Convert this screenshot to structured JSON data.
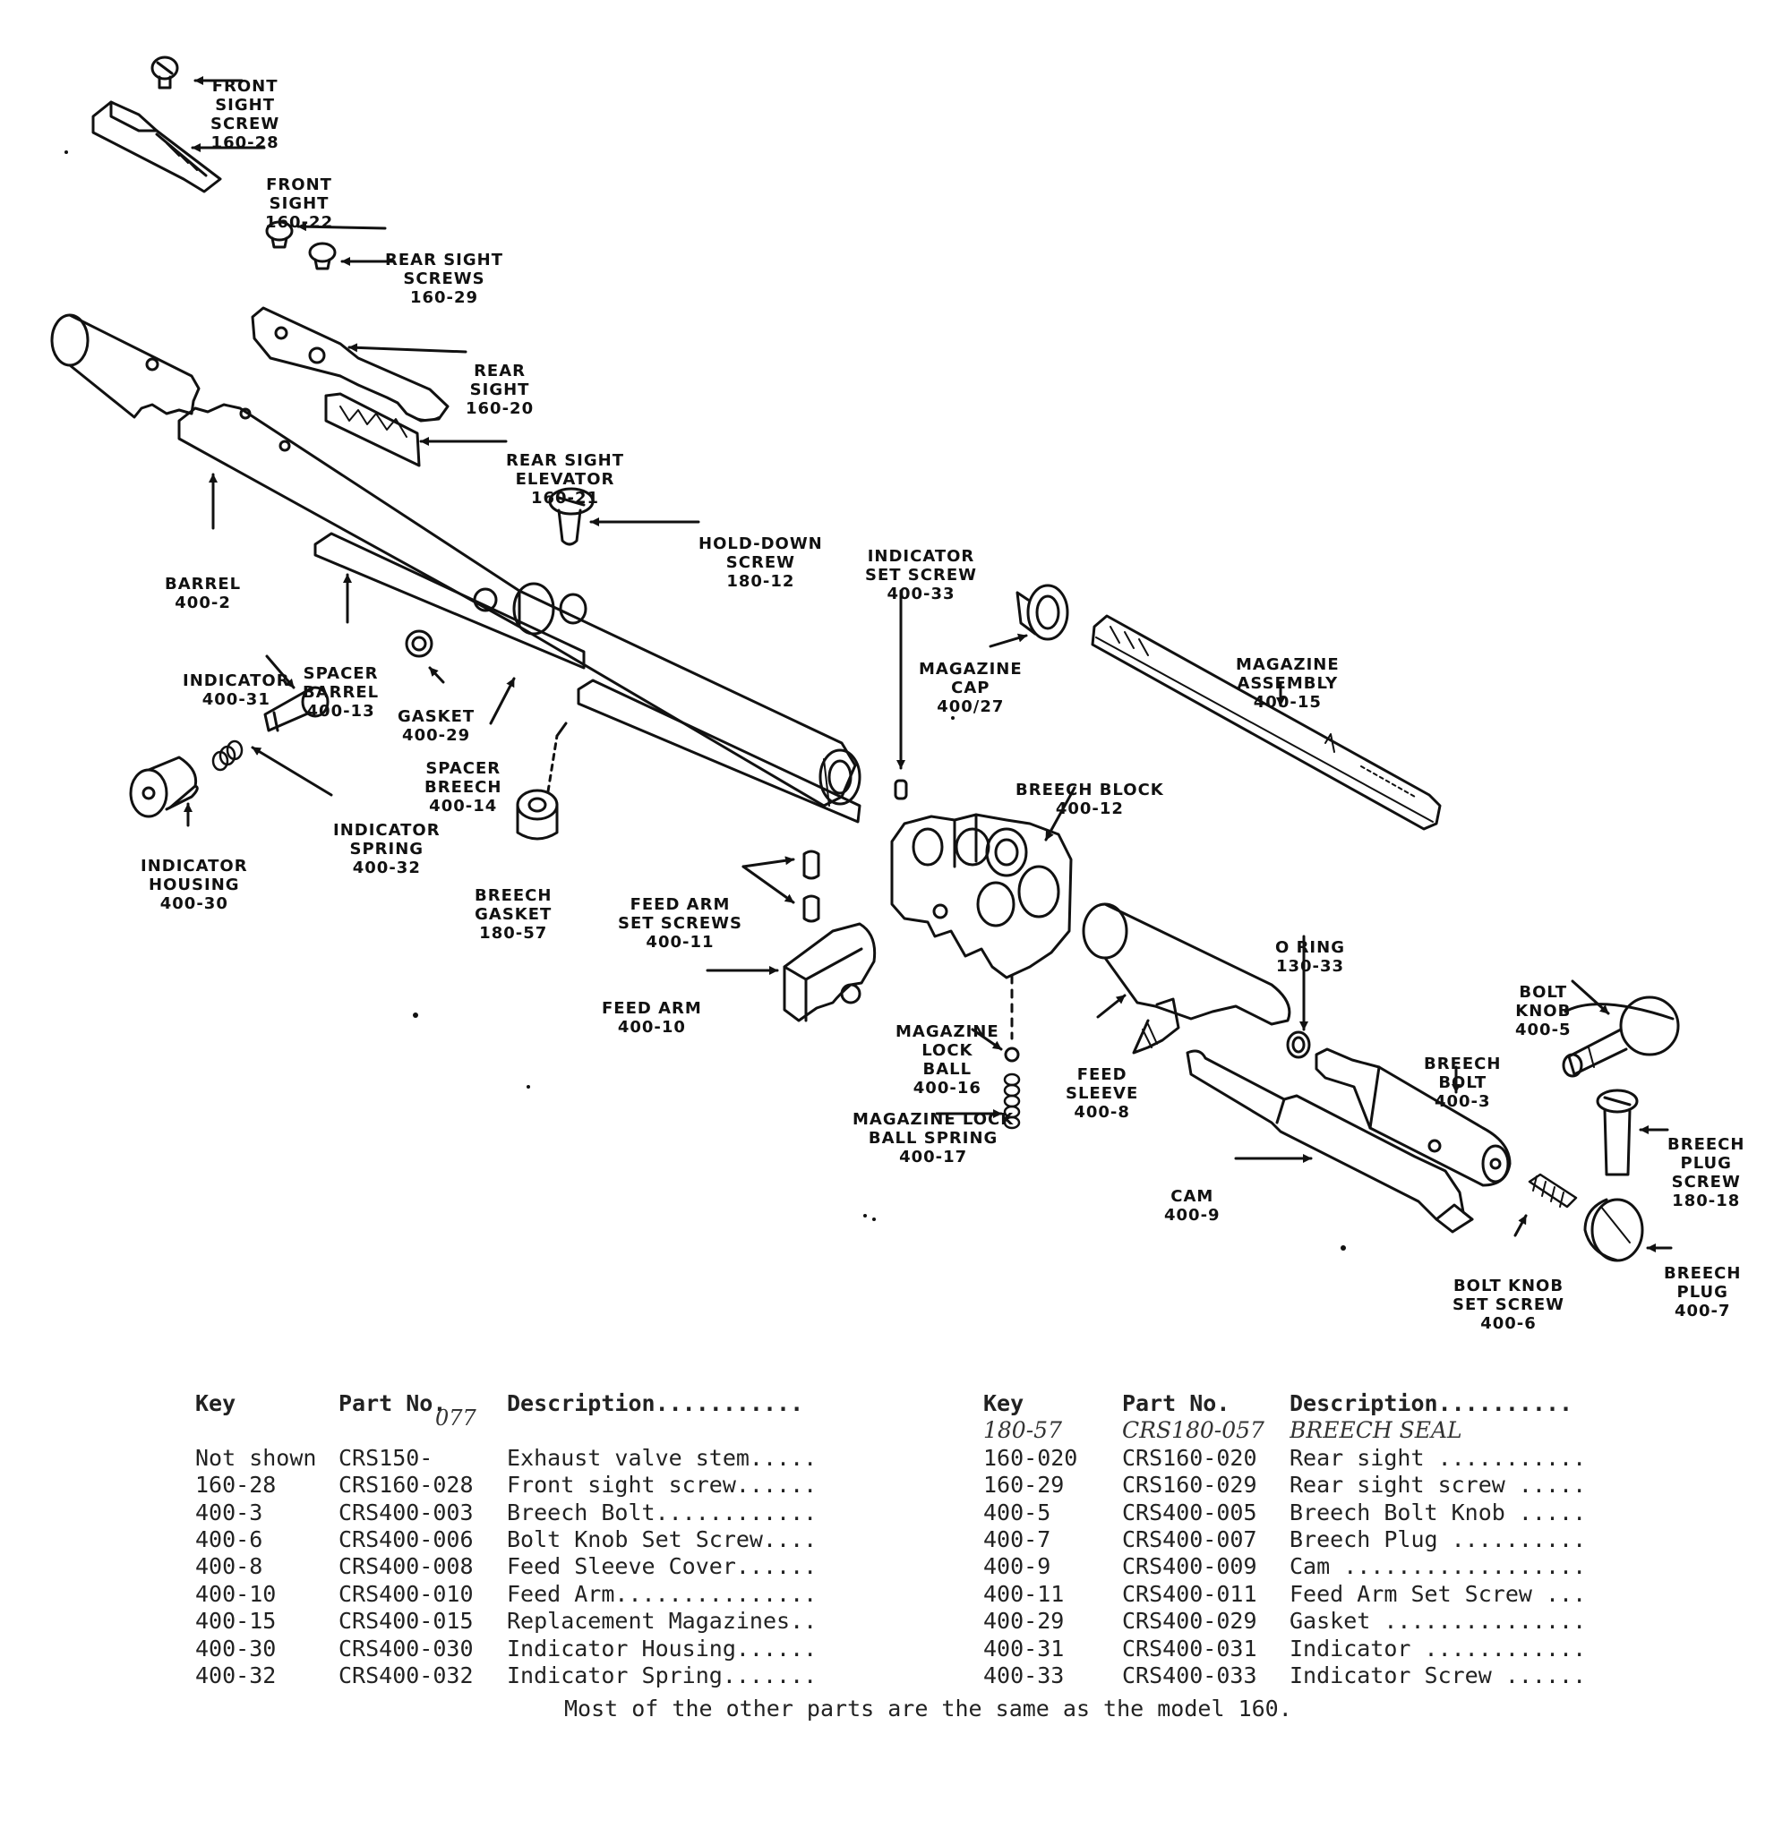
{
  "callouts": {
    "front_sight_screw": [
      "FRONT",
      "SIGHT",
      "SCREW",
      "160-28"
    ],
    "front_sight": [
      "FRONT",
      "SIGHT",
      "160-22"
    ],
    "rear_sight_screws": [
      "REAR SIGHT",
      "SCREWS",
      "160-29"
    ],
    "rear_sight": [
      "REAR",
      "SIGHT",
      "160-20"
    ],
    "rear_sight_elevator": [
      "REAR SIGHT",
      "ELEVATOR",
      "160-21"
    ],
    "hold_down_screw": [
      "HOLD-DOWN",
      "SCREW",
      "180-12"
    ],
    "indicator_set_screw": [
      "INDICATOR",
      "SET SCREW",
      "400-33"
    ],
    "barrel": [
      "BARREL",
      "400-2"
    ],
    "indicator": [
      "INDICATOR",
      "400-31"
    ],
    "spacer_barrel": [
      "SPACER",
      "BARREL",
      "400-13"
    ],
    "gasket": [
      "GASKET",
      "400-29"
    ],
    "spacer_breech": [
      "SPACER",
      "BREECH",
      "400-14"
    ],
    "magazine_cap": [
      "MAGAZINE",
      "CAP",
      "400/27"
    ],
    "magazine_assembly": [
      "MAGAZINE",
      "ASSEMBLY",
      "400-15"
    ],
    "indicator_spring": [
      "INDICATOR",
      "SPRING",
      "400-32"
    ],
    "indicator_housing": [
      "INDICATOR",
      "HOUSING",
      "400-30"
    ],
    "breech_gasket": [
      "BREECH",
      "GASKET",
      "180-57"
    ],
    "breech_block": [
      "BREECH BLOCK",
      "400-12"
    ],
    "feed_arm_set_screws": [
      "FEED ARM",
      "SET SCREWS",
      "400-11"
    ],
    "feed_arm": [
      "FEED ARM",
      "400-10"
    ],
    "o_ring": [
      "O RING",
      "130-33"
    ],
    "bolt_knob": [
      "BOLT",
      "KNOB",
      "400-5"
    ],
    "magazine_lock_ball": [
      "MAGAZINE",
      "LOCK",
      "BALL",
      "400-16"
    ],
    "feed_sleeve": [
      "FEED",
      "SLEEVE",
      "400-8"
    ],
    "breech_bolt": [
      "BREECH",
      "BOLT",
      "400-3"
    ],
    "magazine_lock_ball_spring": [
      "MAGAZINE LOCK",
      "BALL SPRING",
      "400-17"
    ],
    "breech_plug_screw": [
      "BREECH",
      "PLUG",
      "SCREW",
      "180-18"
    ],
    "cam": [
      "CAM",
      "400-9"
    ],
    "bolt_knob_set_screw": [
      "BOLT KNOB",
      "SET SCREW",
      "400-6"
    ],
    "breech_plug": [
      "BREECH",
      "PLUG",
      "400-7"
    ]
  },
  "table": {
    "headers": {
      "key": "Key",
      "part_no": "Part No.",
      "description": "Description...........",
      "key2": "Key",
      "part_no2": "Part No.",
      "description2": "Description.........."
    },
    "handwritten": {
      "over_part_no": "077",
      "key": "180-57",
      "part_no": "CRS180-057",
      "description": "BREECH SEAL"
    },
    "rows": [
      {
        "key": "Not shown",
        "part": "CRS150-",
        "desc": "Exhaust valve stem.....",
        "key2": "160-020",
        "part2": "CRS160-020",
        "desc2": "Rear sight ..........."
      },
      {
        "key": "160-28",
        "part": "CRS160-028",
        "desc": "Front sight screw......",
        "key2": "160-29",
        "part2": "CRS160-029",
        "desc2": "Rear sight screw ....."
      },
      {
        "key": "400-3",
        "part": "CRS400-003",
        "desc": "Breech Bolt............",
        "key2": "400-5",
        "part2": "CRS400-005",
        "desc2": "Breech Bolt Knob ....."
      },
      {
        "key": "400-6",
        "part": "CRS400-006",
        "desc": "Bolt Knob Set Screw....",
        "key2": "400-7",
        "part2": "CRS400-007",
        "desc2": "Breech Plug .........."
      },
      {
        "key": "400-8",
        "part": "CRS400-008",
        "desc": "Feed Sleeve Cover......",
        "key2": "400-9",
        "part2": "CRS400-009",
        "desc2": "Cam .................."
      },
      {
        "key": "400-10",
        "part": "CRS400-010",
        "desc": "Feed Arm...............",
        "key2": "400-11",
        "part2": "CRS400-011",
        "desc2": "Feed Arm Set Screw ..."
      },
      {
        "key": "400-15",
        "part": "CRS400-015",
        "desc": "Replacement Magazines..",
        "key2": "400-29",
        "part2": "CRS400-029",
        "desc2": "Gasket ..............."
      },
      {
        "key": "400-30",
        "part": "CRS400-030",
        "desc": "Indicator Housing......",
        "key2": "400-31",
        "part2": "CRS400-031",
        "desc2": "Indicator ............"
      },
      {
        "key": "400-32",
        "part": "CRS400-032",
        "desc": "Indicator Spring.......",
        "key2": "400-33",
        "part2": "CRS400-033",
        "desc2": "Indicator Screw ......"
      }
    ],
    "footnote": "Most of the other parts are the same as the model 160."
  }
}
